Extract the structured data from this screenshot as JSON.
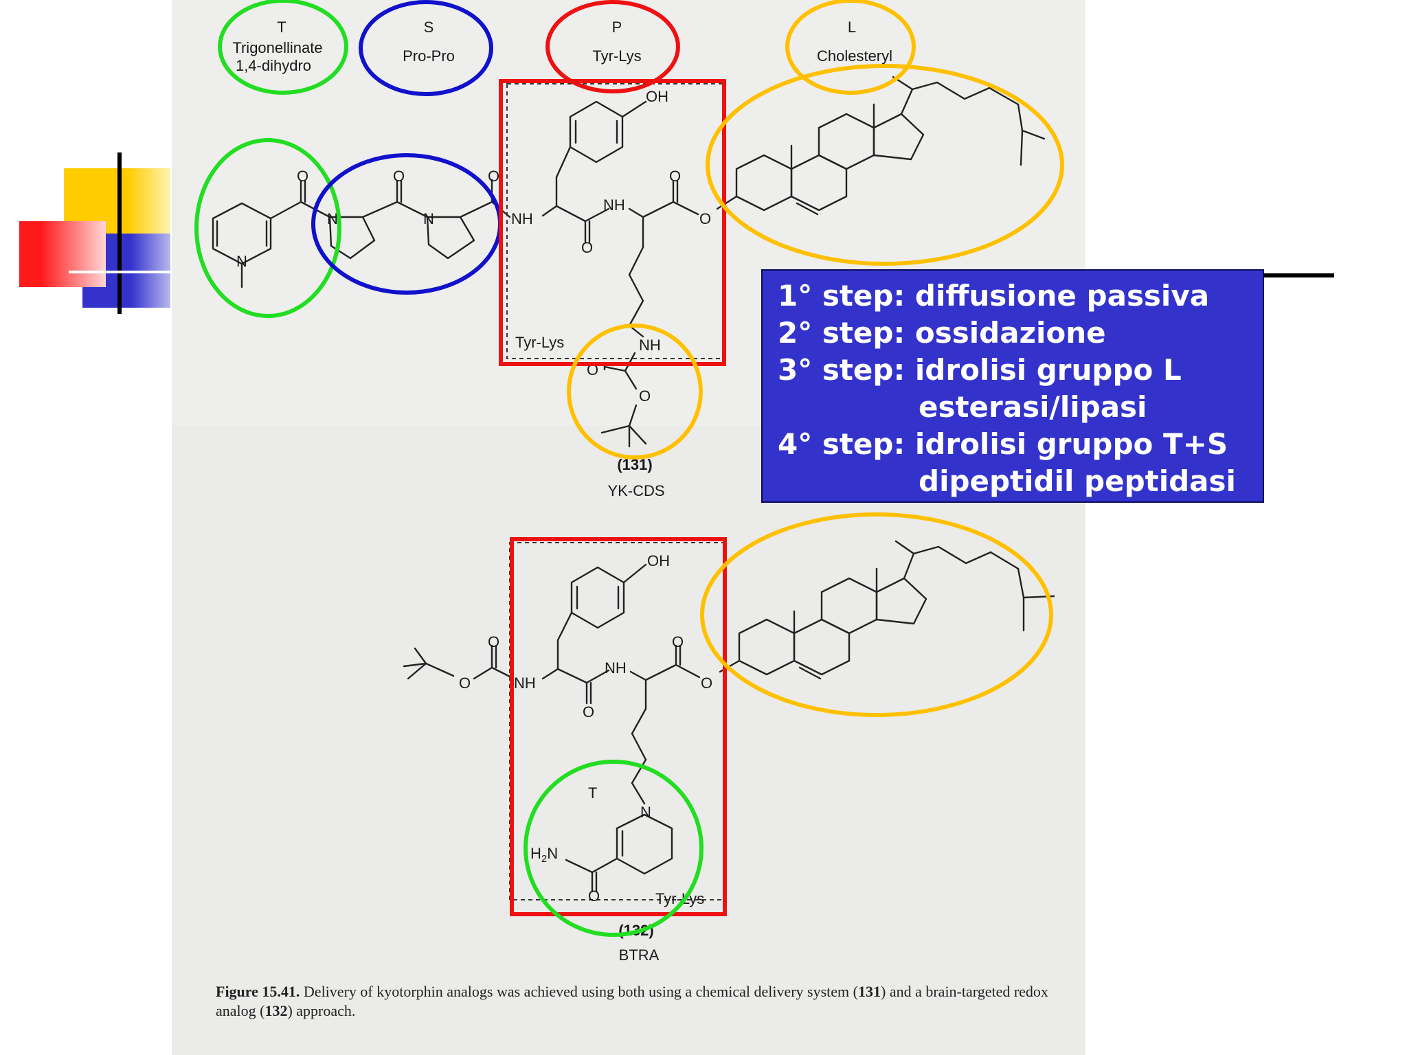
{
  "labels": {
    "T": "T",
    "trigonellinate": "Trigonellinate",
    "dihydro": "1,4-dihydro",
    "S": "S",
    "pro_pro": "Pro-Pro",
    "P": "P",
    "tyr_lys": "Tyr-Lys",
    "L": "L",
    "cholesteryl": "Cholesteryl"
  },
  "atoms": {
    "OH": "OH",
    "O": "O",
    "NH": "NH",
    "N": "N",
    "H2N": "H",
    "sub2": "2",
    "N_after": "N"
  },
  "compound1": {
    "box_label": "Tyr-Lys",
    "number": "(131)",
    "name": "YK-CDS"
  },
  "compound2": {
    "T": "T",
    "box_label": "Tyr-Lys",
    "number": "(132)",
    "name": "BTRA"
  },
  "caption": {
    "lead": "Figure 15.41.",
    "text1": " Delivery of kyotorphin analogs was achieved using both using a chemical delivery system (",
    "ref1": "131",
    "text2": ") and a brain-targeted redox analog (",
    "ref2": "132",
    "text3": ") approach."
  },
  "steps": {
    "s1": "1° step: diffusione passiva",
    "s2": "2° step: ossidazione",
    "s3": "3° step: idrolisi gruppo L",
    "s3b": "esterasi/lipasi",
    "s4": "4° step: idrolisi gruppo T+S",
    "s4b": "dipeptidil peptidasi"
  },
  "colors": {
    "green_circle": "#22dd22",
    "blue_circle": "#1111cc",
    "red_frame": "#ee1111",
    "orange_ellipse": "#ffc000",
    "callout_bg": "#3333cc",
    "square_yellow": "#ffcc00",
    "square_red": "#ff2222",
    "square_blue": "#3333cc"
  }
}
